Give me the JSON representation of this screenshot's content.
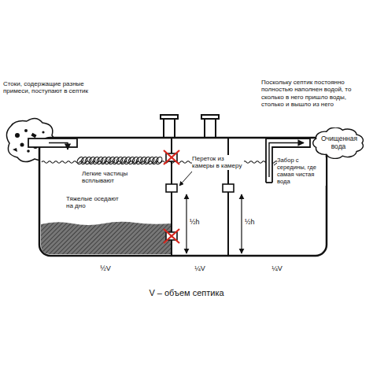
{
  "diagram": {
    "caption": "V – объем септика",
    "nodes": [
      {
        "text": [
          "Очищенная вода"
        ]
      }
    ],
    "labels": [
      "Стоки, содержащие разные примеси, поступают в септик",
      "Поскольку септик постоянно полностью наполнен водой, то сколько в него пришло воды, столько и вышло из него",
      "Легкие частицы всплывают",
      "Тяжелые оседают на дно",
      "Переток из камеры в камеру",
      "Забор с середины, где самая чистая вода",
      "½h",
      "½h",
      "½V",
      "¼V",
      "¼V"
    ]
  }
}
